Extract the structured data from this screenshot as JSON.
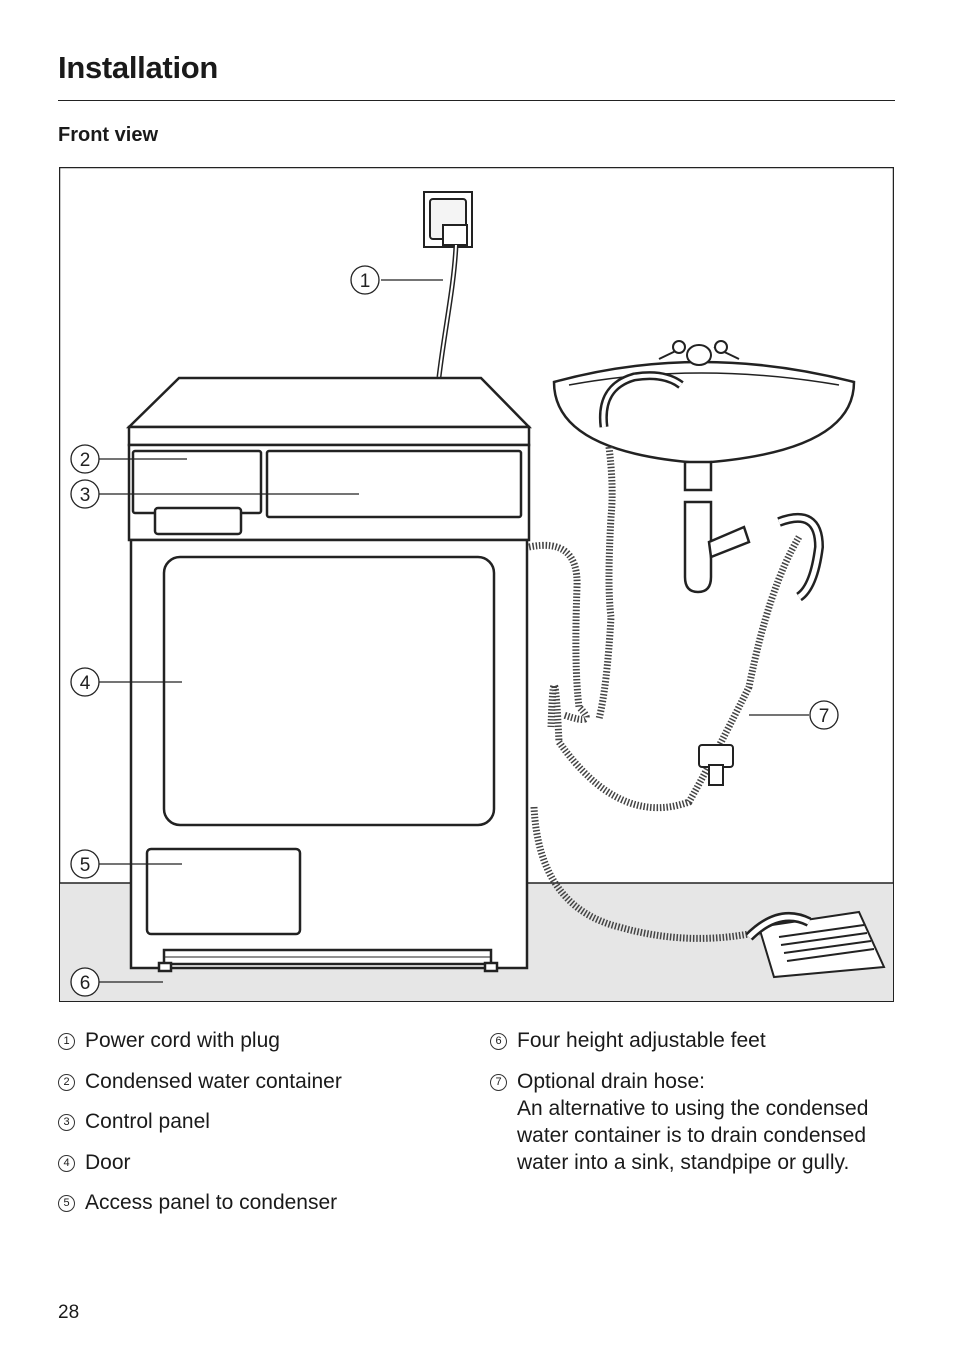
{
  "page": {
    "title": "Installation",
    "section_heading": "Front view",
    "page_number": "28"
  },
  "figure": {
    "callouts": [
      "1",
      "2",
      "3",
      "4",
      "5",
      "6",
      "7"
    ]
  },
  "legend": {
    "left": [
      {
        "num": "1",
        "text": "Power cord with plug"
      },
      {
        "num": "2",
        "text": "Condensed water container"
      },
      {
        "num": "3",
        "text": "Control panel"
      },
      {
        "num": "4",
        "text": "Door"
      },
      {
        "num": "5",
        "text": "Access panel to condenser"
      }
    ],
    "right": [
      {
        "num": "6",
        "text": "Four height adjustable feet"
      },
      {
        "num": "7",
        "text": "Optional drain hose:",
        "sub": "An alternative to using the condensed water container is to drain condensed water into a sink, standpipe or gully."
      }
    ]
  }
}
